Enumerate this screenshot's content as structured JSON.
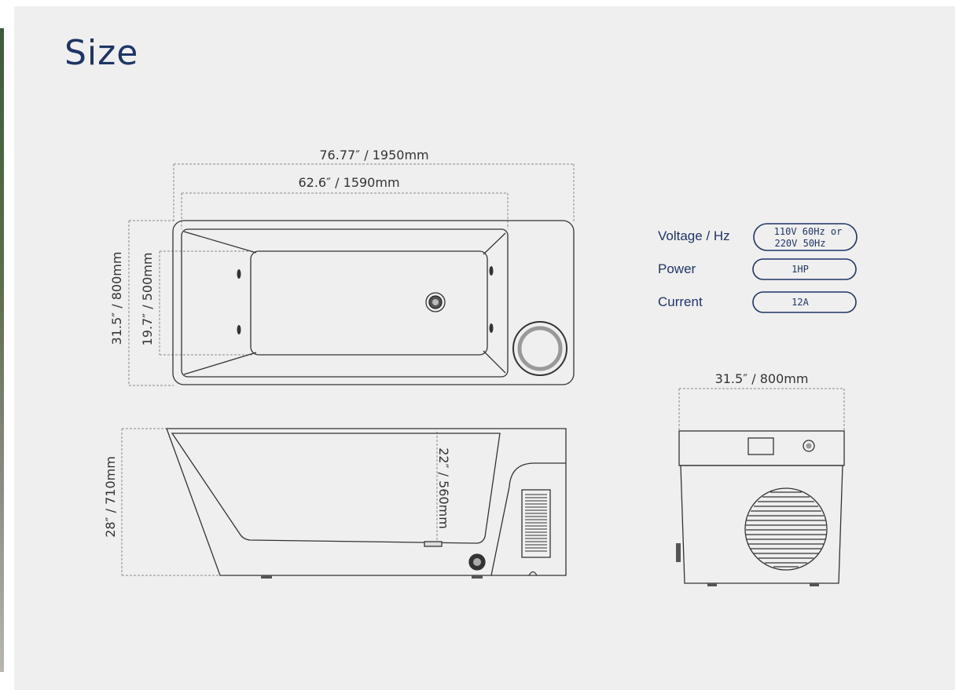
{
  "title": "Size",
  "top_view": {
    "overall_length": "76.77″ / 1950mm",
    "inner_length": "62.6″  / 1590mm",
    "overall_width": "31.5″ / 800mm",
    "inner_width": "19.7″ / 500mm"
  },
  "side_view": {
    "overall_height": "28″ / 710mm",
    "inner_depth": "22″ / 560mm"
  },
  "chiller_view": {
    "width": "31.5″  / 800mm"
  },
  "specs": [
    {
      "label": "Voltage / Hz",
      "value_line1": "110V 60Hz  or",
      "value_line2": "220V 50Hz"
    },
    {
      "label": "Power",
      "value_line1": "1HP",
      "value_line2": ""
    },
    {
      "label": "Current",
      "value_line1": "12A",
      "value_line2": ""
    }
  ],
  "colors": {
    "title": "#1f3566",
    "line": "#333333",
    "background": "#efefef"
  }
}
